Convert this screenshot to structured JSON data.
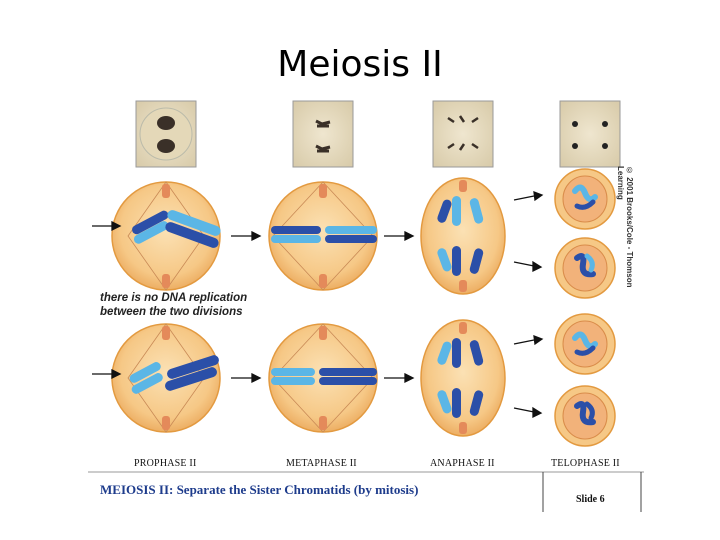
{
  "slide": {
    "title": "Meiosis II"
  },
  "figure": {
    "note_line1": "there is no DNA replication",
    "note_line2": "between the two divisions",
    "phases": [
      "PROPHASE II",
      "METAPHASE II",
      "ANAPHASE II",
      "TELOPHASE II"
    ],
    "caption": "MEIOSIS II: Separate the Sister Chromatids (by mitosis)",
    "slide_label": "Slide 6",
    "copyright": "© 2001 Brooks/Cole - Thomson Learning"
  },
  "colors": {
    "cell_fill": "#f6c886",
    "cell_edge": "#e39a40",
    "chromatid_dark": "#2b4fa8",
    "chromatid_light": "#5bb6e6",
    "centriole": "#e48a5a",
    "caption_blue": "#1e3c8c",
    "micrograph_bg": "#e7dcc2"
  }
}
